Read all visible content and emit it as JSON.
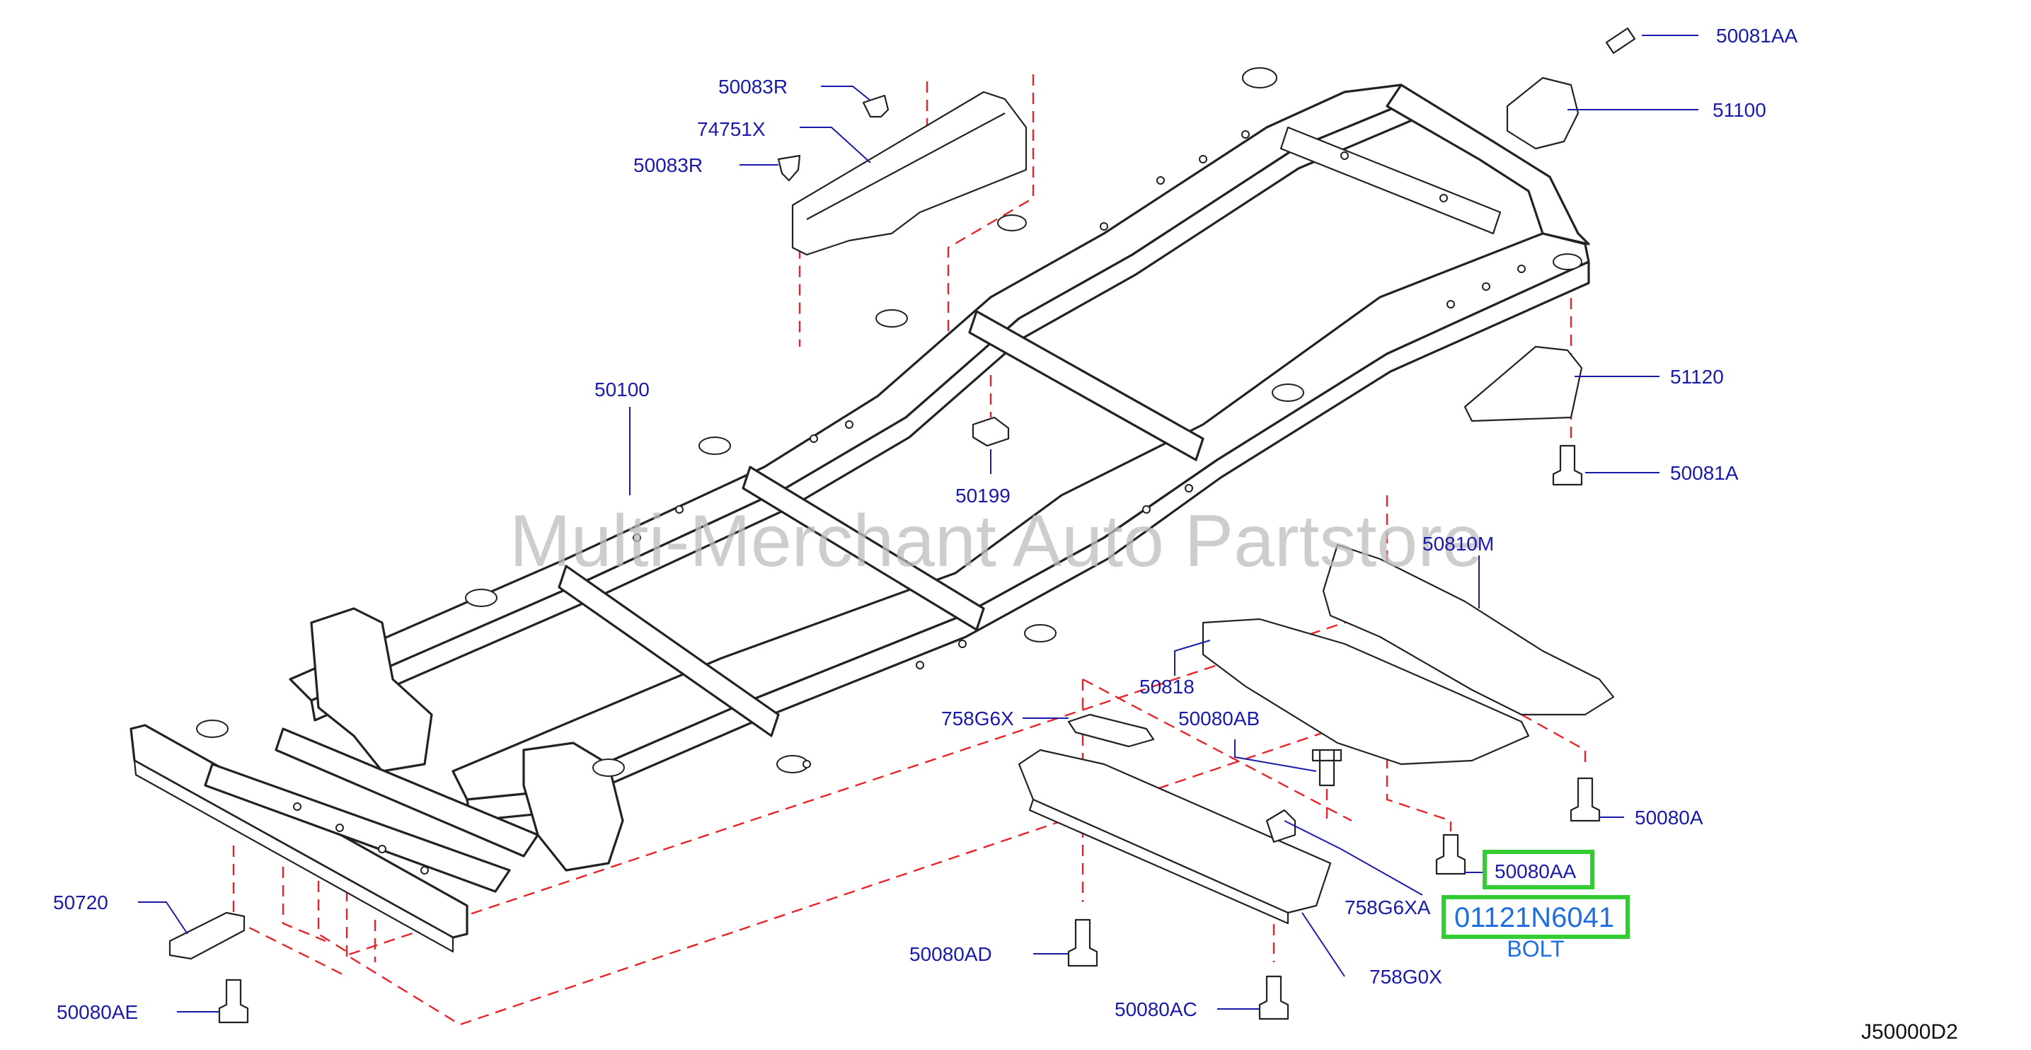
{
  "watermark": "Multi-Merchant Auto Partstore",
  "part_labels": {
    "p50081AA": "50081AA",
    "p51100": "51100",
    "p50083R_top": "50083R",
    "p74751X": "74751X",
    "p50083R_mid": "50083R",
    "p50100": "50100",
    "p50199": "50199",
    "p51120": "51120",
    "p50081A": "50081A",
    "p50810M": "50810M",
    "p50818": "50818",
    "p758G6X": "758G6X",
    "p50080AB": "50080AB",
    "p50080A": "50080A",
    "p50080AA": "50080AA",
    "p758G6XA": "758G6XA",
    "p50720": "50720",
    "p50080AD": "50080AD",
    "p758G0X": "758G0X",
    "p50080AE": "50080AE",
    "p50080AC": "50080AC"
  },
  "highlight": {
    "part_number": "01121N6041",
    "description": "BOLT",
    "box_color": "#33cc33",
    "text_color": "#1f6fe0"
  },
  "diagram_ref": "J50000D2",
  "colors": {
    "label": "#1a1aa8",
    "dashed_guide": "#e8232a",
    "outline": "#222222"
  }
}
